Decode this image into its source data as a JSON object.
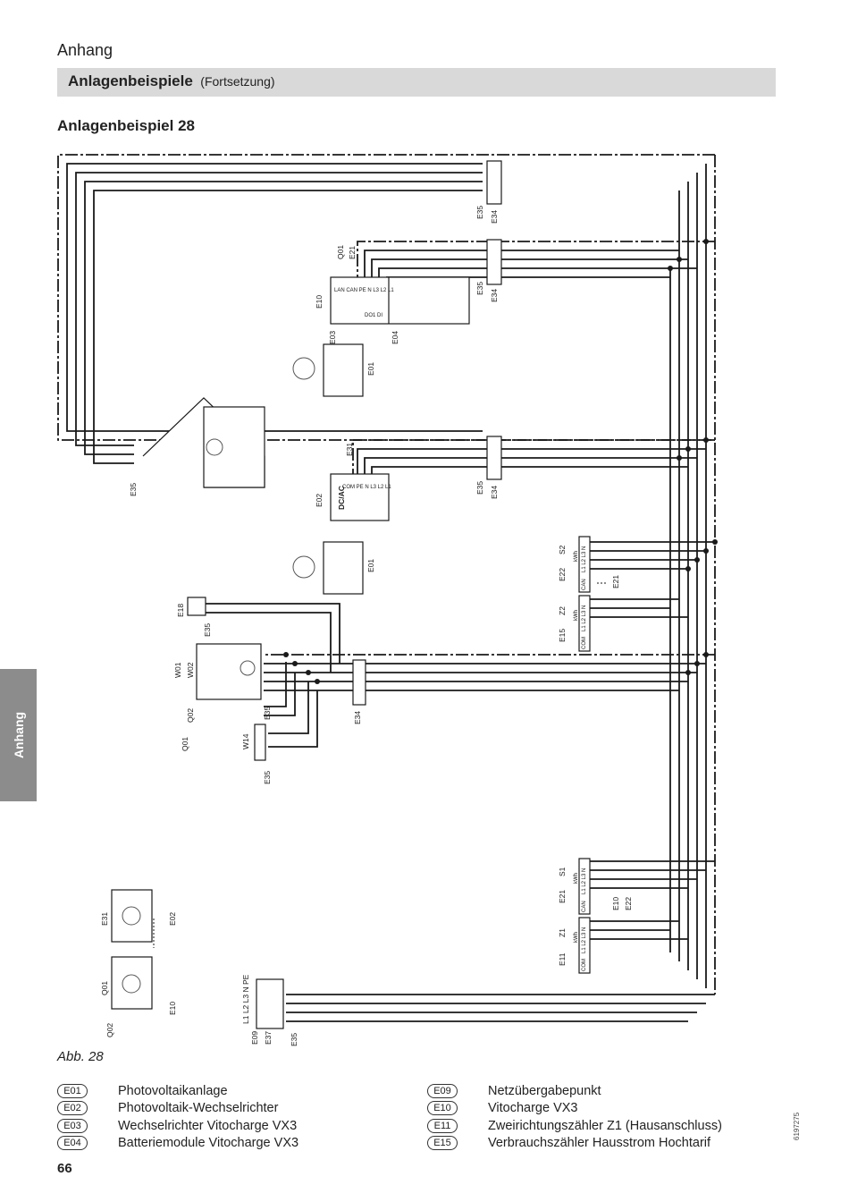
{
  "header": {
    "title": "Anhang",
    "section_title": "Anlagenbeispiele",
    "section_subtitle": "(Fortsetzung)",
    "example_title": "Anlagenbeispiel 28"
  },
  "side_tab": "Anhang",
  "diagram_labels": {
    "e01": "E01",
    "e02": "E02",
    "e03": "E03",
    "e04": "E04",
    "e09": "E09",
    "e10": "E10",
    "e11": "E11",
    "e15": "E15",
    "e18": "E18",
    "e21": "E21",
    "e22": "E22",
    "e31": "E31",
    "e34": "E34",
    "e35": "E35",
    "e37": "E37",
    "q01": "Q01",
    "q02": "Q02",
    "w01": "W01",
    "w02": "W02",
    "w14": "W14",
    "s1": "S1",
    "s2": "S2",
    "z1": "Z1",
    "z2": "Z2",
    "dcac": "DC/AC",
    "inv_terminals": "LAN CAN PE N L3 L2 L1",
    "inv_do": "DO1 DI",
    "pv_terminals": "COM PE N L3 L2 L1",
    "meter_l": "L1 L2 L3 N",
    "meter_kwh": "kWh",
    "meter_can": "CAN",
    "meter_com": "COM",
    "grid_terminals": "L1 L2 L3 N PE"
  },
  "caption": "Abb. 28",
  "legend": [
    {
      "code": "E01",
      "text": "Photovoltaikanlage"
    },
    {
      "code": "E02",
      "text": "Photovoltaik-Wechselrichter"
    },
    {
      "code": "E03",
      "text": "Wechselrichter Vitocharge VX3"
    },
    {
      "code": "E04",
      "text": "Batteriemodule Vitocharge VX3"
    },
    {
      "code": "E09",
      "text": "Netzübergabepunkt"
    },
    {
      "code": "E10",
      "text": "Vitocharge VX3"
    },
    {
      "code": "E11",
      "text": "Zweirichtungszähler Z1 (Hausanschluss)"
    },
    {
      "code": "E15",
      "text": "Verbrauchszähler Hausstrom Hochtarif"
    }
  ],
  "page_number": "66",
  "doc_number": "6197275"
}
